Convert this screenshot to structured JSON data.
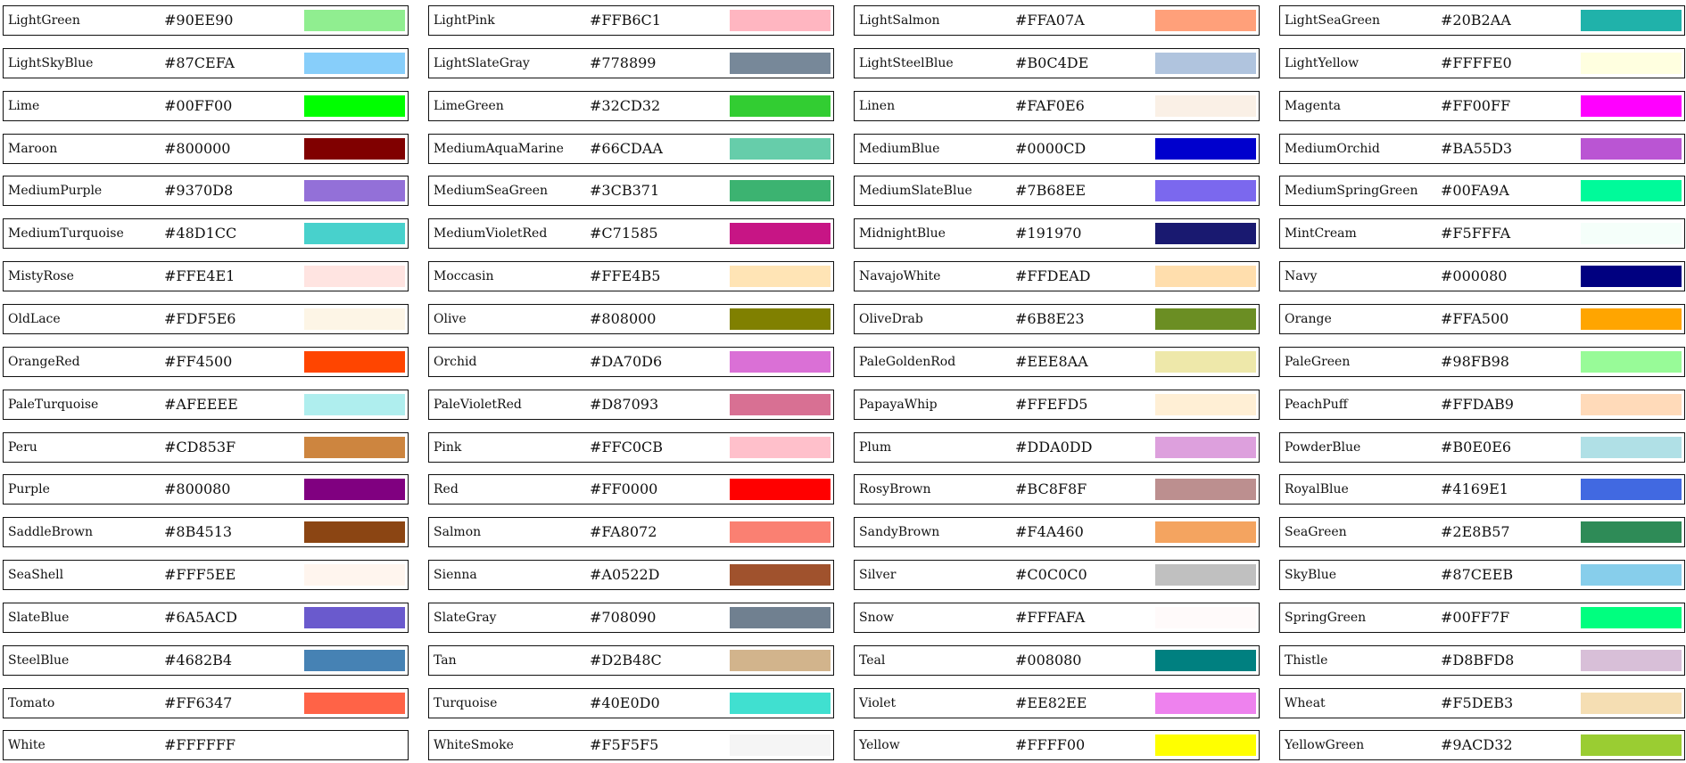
{
  "colors": [
    {
      "name": "LightGreen",
      "hex": "#90EE90"
    },
    {
      "name": "LightPink",
      "hex": "#FFB6C1"
    },
    {
      "name": "LightSalmon",
      "hex": "#FFA07A"
    },
    {
      "name": "LightSeaGreen",
      "hex": "#20B2AA"
    },
    {
      "name": "LightSkyBlue",
      "hex": "#87CEFA"
    },
    {
      "name": "LightSlateGray",
      "hex": "#778899"
    },
    {
      "name": "LightSteelBlue",
      "hex": "#B0C4DE"
    },
    {
      "name": "LightYellow",
      "hex": "#FFFFE0"
    },
    {
      "name": "Lime",
      "hex": "#00FF00"
    },
    {
      "name": "LimeGreen",
      "hex": "#32CD32"
    },
    {
      "name": "Linen",
      "hex": "#FAF0E6"
    },
    {
      "name": "Magenta",
      "hex": "#FF00FF"
    },
    {
      "name": "Maroon",
      "hex": "#800000"
    },
    {
      "name": "MediumAquaMarine",
      "hex": "#66CDAA"
    },
    {
      "name": "MediumBlue",
      "hex": "#0000CD"
    },
    {
      "name": "MediumOrchid",
      "hex": "#BA55D3"
    },
    {
      "name": "MediumPurple",
      "hex": "#9370D8"
    },
    {
      "name": "MediumSeaGreen",
      "hex": "#3CB371"
    },
    {
      "name": "MediumSlateBlue",
      "hex": "#7B68EE"
    },
    {
      "name": "MediumSpringGreen",
      "hex": "#00FA9A"
    },
    {
      "name": "MediumTurquoise",
      "hex": "#48D1CC"
    },
    {
      "name": "MediumVioletRed",
      "hex": "#C71585"
    },
    {
      "name": "MidnightBlue",
      "hex": "#191970"
    },
    {
      "name": "MintCream",
      "hex": "#F5FFFA"
    },
    {
      "name": "MistyRose",
      "hex": "#FFE4E1"
    },
    {
      "name": "Moccasin",
      "hex": "#FFE4B5"
    },
    {
      "name": "NavajoWhite",
      "hex": "#FFDEAD"
    },
    {
      "name": "Navy",
      "hex": "#000080"
    },
    {
      "name": "OldLace",
      "hex": "#FDF5E6"
    },
    {
      "name": "Olive",
      "hex": "#808000"
    },
    {
      "name": "OliveDrab",
      "hex": "#6B8E23"
    },
    {
      "name": "Orange",
      "hex": "#FFA500"
    },
    {
      "name": "OrangeRed",
      "hex": "#FF4500"
    },
    {
      "name": "Orchid",
      "hex": "#DA70D6"
    },
    {
      "name": "PaleGoldenRod",
      "hex": "#EEE8AA"
    },
    {
      "name": "PaleGreen",
      "hex": "#98FB98"
    },
    {
      "name": "PaleTurquoise",
      "hex": "#AFEEEE"
    },
    {
      "name": "PaleVioletRed",
      "hex": "#D87093"
    },
    {
      "name": "PapayaWhip",
      "hex": "#FFEFD5"
    },
    {
      "name": "PeachPuff",
      "hex": "#FFDAB9"
    },
    {
      "name": "Peru",
      "hex": "#CD853F"
    },
    {
      "name": "Pink",
      "hex": "#FFC0CB"
    },
    {
      "name": "Plum",
      "hex": "#DDA0DD"
    },
    {
      "name": "PowderBlue",
      "hex": "#B0E0E6"
    },
    {
      "name": "Purple",
      "hex": "#800080"
    },
    {
      "name": "Red",
      "hex": "#FF0000"
    },
    {
      "name": "RosyBrown",
      "hex": "#BC8F8F"
    },
    {
      "name": "RoyalBlue",
      "hex": "#4169E1"
    },
    {
      "name": "SaddleBrown",
      "hex": "#8B4513"
    },
    {
      "name": "Salmon",
      "hex": "#FA8072"
    },
    {
      "name": "SandyBrown",
      "hex": "#F4A460"
    },
    {
      "name": "SeaGreen",
      "hex": "#2E8B57"
    },
    {
      "name": "SeaShell",
      "hex": "#FFF5EE"
    },
    {
      "name": "Sienna",
      "hex": "#A0522D"
    },
    {
      "name": "Silver",
      "hex": "#C0C0C0"
    },
    {
      "name": "SkyBlue",
      "hex": "#87CEEB"
    },
    {
      "name": "SlateBlue",
      "hex": "#6A5ACD"
    },
    {
      "name": "SlateGray",
      "hex": "#708090"
    },
    {
      "name": "Snow",
      "hex": "#FFFAFA"
    },
    {
      "name": "SpringGreen",
      "hex": "#00FF7F"
    },
    {
      "name": "SteelBlue",
      "hex": "#4682B4"
    },
    {
      "name": "Tan",
      "hex": "#D2B48C"
    },
    {
      "name": "Teal",
      "hex": "#008080"
    },
    {
      "name": "Thistle",
      "hex": "#D8BFD8"
    },
    {
      "name": "Tomato",
      "hex": "#FF6347"
    },
    {
      "name": "Turquoise",
      "hex": "#40E0D0"
    },
    {
      "name": "Violet",
      "hex": "#EE82EE"
    },
    {
      "name": "Wheat",
      "hex": "#F5DEB3"
    },
    {
      "name": "White",
      "hex": "#FFFFFF"
    },
    {
      "name": "WhiteSmoke",
      "hex": "#F5F5F5"
    },
    {
      "name": "Yellow",
      "hex": "#FFFF00"
    },
    {
      "name": "YellowGreen",
      "hex": "#9ACD32"
    }
  ]
}
